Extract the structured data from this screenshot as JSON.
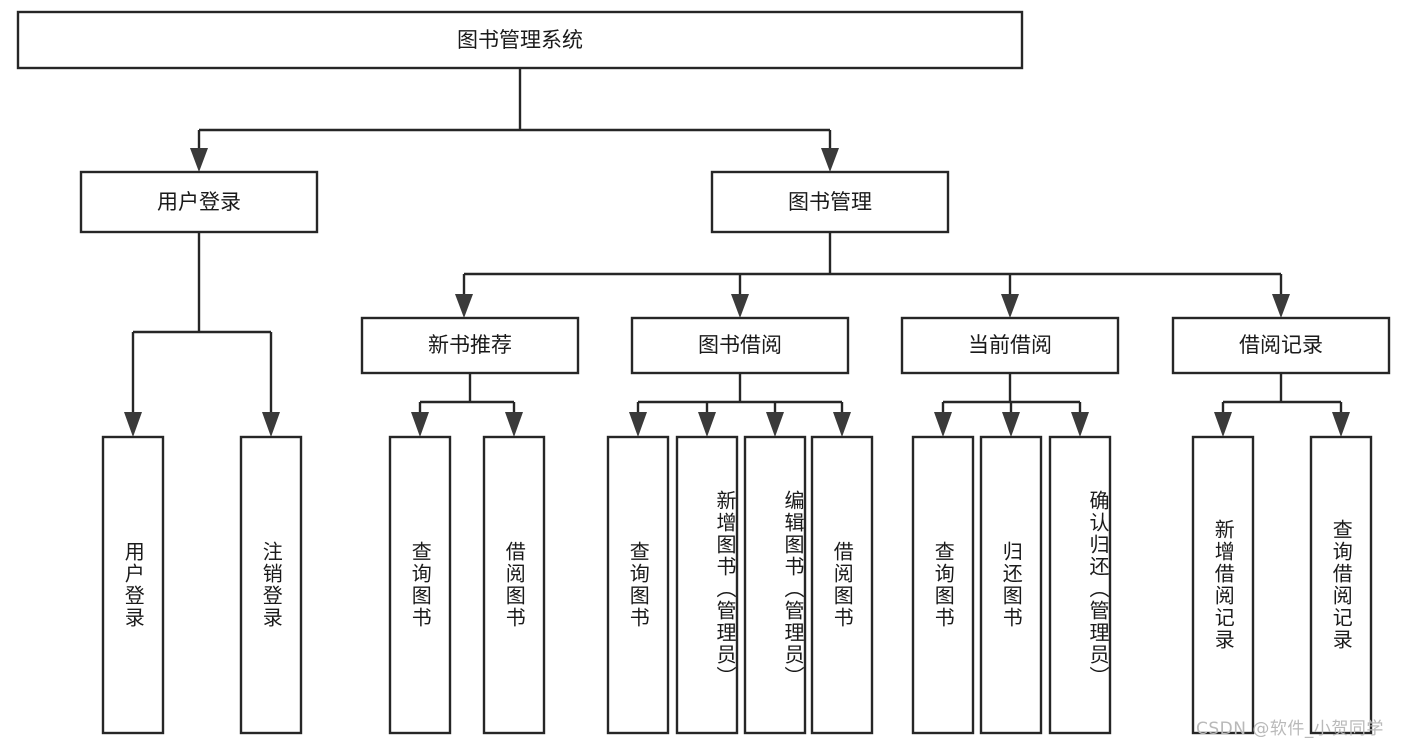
{
  "diagram": {
    "type": "tree-hierarchy",
    "title": "图书管理系统",
    "watermark": "CSDN @软件_小贺同学",
    "colors": {
      "box_stroke": "#262626",
      "box_fill": "#ffffff",
      "text": "#1a1a1a",
      "connector": "#262626",
      "watermark": "#b9b9b9",
      "background": "#ffffff"
    },
    "levels": {
      "root": {
        "label": "图书管理系统",
        "orientation": "horizontal"
      },
      "level2": [
        {
          "label": "用户登录",
          "orientation": "horizontal"
        },
        {
          "label": "图书管理",
          "orientation": "horizontal"
        }
      ],
      "level3": [
        {
          "label": "新书推荐",
          "orientation": "horizontal",
          "parent": "图书管理"
        },
        {
          "label": "图书借阅",
          "orientation": "horizontal",
          "parent": "图书管理"
        },
        {
          "label": "当前借阅",
          "orientation": "horizontal",
          "parent": "图书管理"
        },
        {
          "label": "借阅记录",
          "orientation": "horizontal",
          "parent": "图书管理"
        }
      ],
      "leaves": [
        {
          "label": "用户登录",
          "orientation": "vertical",
          "parent": "用户登录"
        },
        {
          "label": "注销登录",
          "orientation": "vertical",
          "parent": "用户登录"
        },
        {
          "label": "查询图书",
          "orientation": "vertical",
          "parent": "新书推荐"
        },
        {
          "label": "借阅图书",
          "orientation": "vertical",
          "parent": "新书推荐"
        },
        {
          "label": "查询图书",
          "orientation": "vertical",
          "parent": "图书借阅"
        },
        {
          "label": "新增图书（管理员）",
          "orientation": "vertical",
          "parent": "图书借阅"
        },
        {
          "label": "编辑图书（管理员）",
          "orientation": "vertical",
          "parent": "图书借阅"
        },
        {
          "label": "借阅图书",
          "orientation": "vertical",
          "parent": "图书借阅"
        },
        {
          "label": "查询图书",
          "orientation": "vertical",
          "parent": "当前借阅"
        },
        {
          "label": "归还图书",
          "orientation": "vertical",
          "parent": "当前借阅"
        },
        {
          "label": "确认归还（管理员）",
          "orientation": "vertical",
          "parent": "当前借阅"
        },
        {
          "label": "新增借阅记录",
          "orientation": "vertical",
          "parent": "借阅记录"
        },
        {
          "label": "查询借阅记录",
          "orientation": "vertical",
          "parent": "借阅记录"
        }
      ]
    }
  }
}
